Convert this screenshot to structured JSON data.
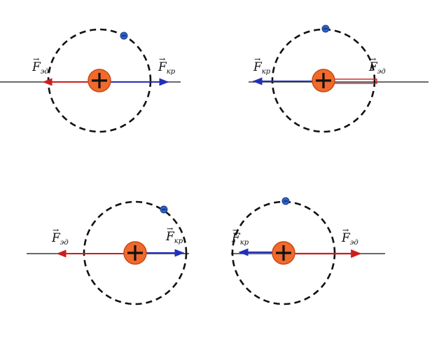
{
  "colors": {
    "background": "#ffffff",
    "orbit": "#111111",
    "axis": "#111111",
    "nucleus_fill": "#ef6a2c",
    "nucleus_stroke": "#c64a16",
    "plus_sign": "#111111",
    "electron_fill": "#2f62c8",
    "electron_stroke": "#1a3f8e",
    "force_red": "#cc1e1e",
    "force_blue": "#2230b8"
  },
  "labels": {
    "force_symbol": "F",
    "sub_a": "эд",
    "sub_b": "кр"
  },
  "panels": [
    {
      "id": "top-left",
      "electron_angle_deg": -62,
      "red_direction": "left",
      "blue_direction": "right"
    },
    {
      "id": "top-right",
      "electron_angle_deg": -92,
      "red_direction": "right",
      "blue_direction": "left"
    },
    {
      "id": "bottom-left",
      "electron_angle_deg": -55,
      "red_direction": "left",
      "blue_direction": "right"
    },
    {
      "id": "bottom-right",
      "electron_angle_deg": -95,
      "red_direction": "right",
      "blue_direction": "left"
    }
  ]
}
